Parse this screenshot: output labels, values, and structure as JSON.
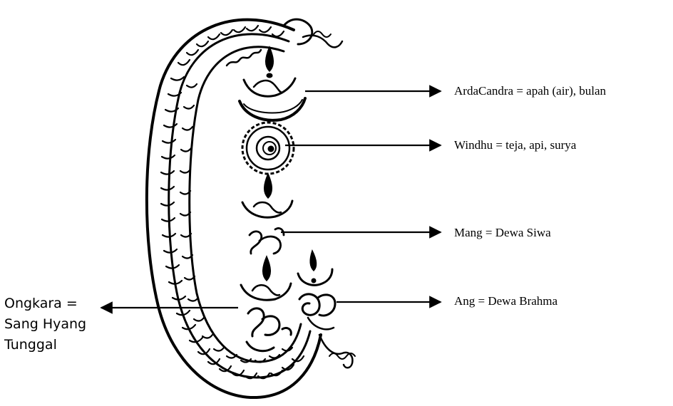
{
  "labels": {
    "ardacandra": "ArdaCandra = apah (air), bulan",
    "windhu": "Windhu = teja, api, surya",
    "mang": "Mang = Dewa Siwa",
    "ang": "Ang = Dewa Brahma",
    "ongkara": [
      "Ongkara =",
      "Sang Hyang",
      "Tunggal"
    ]
  },
  "colors": {
    "ink": "#000000",
    "background": "#ffffff"
  },
  "icons": [
    "naga-serpent-icon",
    "ardacandra-crescent-icon",
    "windhu-disc-icon",
    "flame-icon",
    "mang-glyph-icon",
    "ang-glyph-icon",
    "arrow-right-icon",
    "arrow-left-icon"
  ]
}
